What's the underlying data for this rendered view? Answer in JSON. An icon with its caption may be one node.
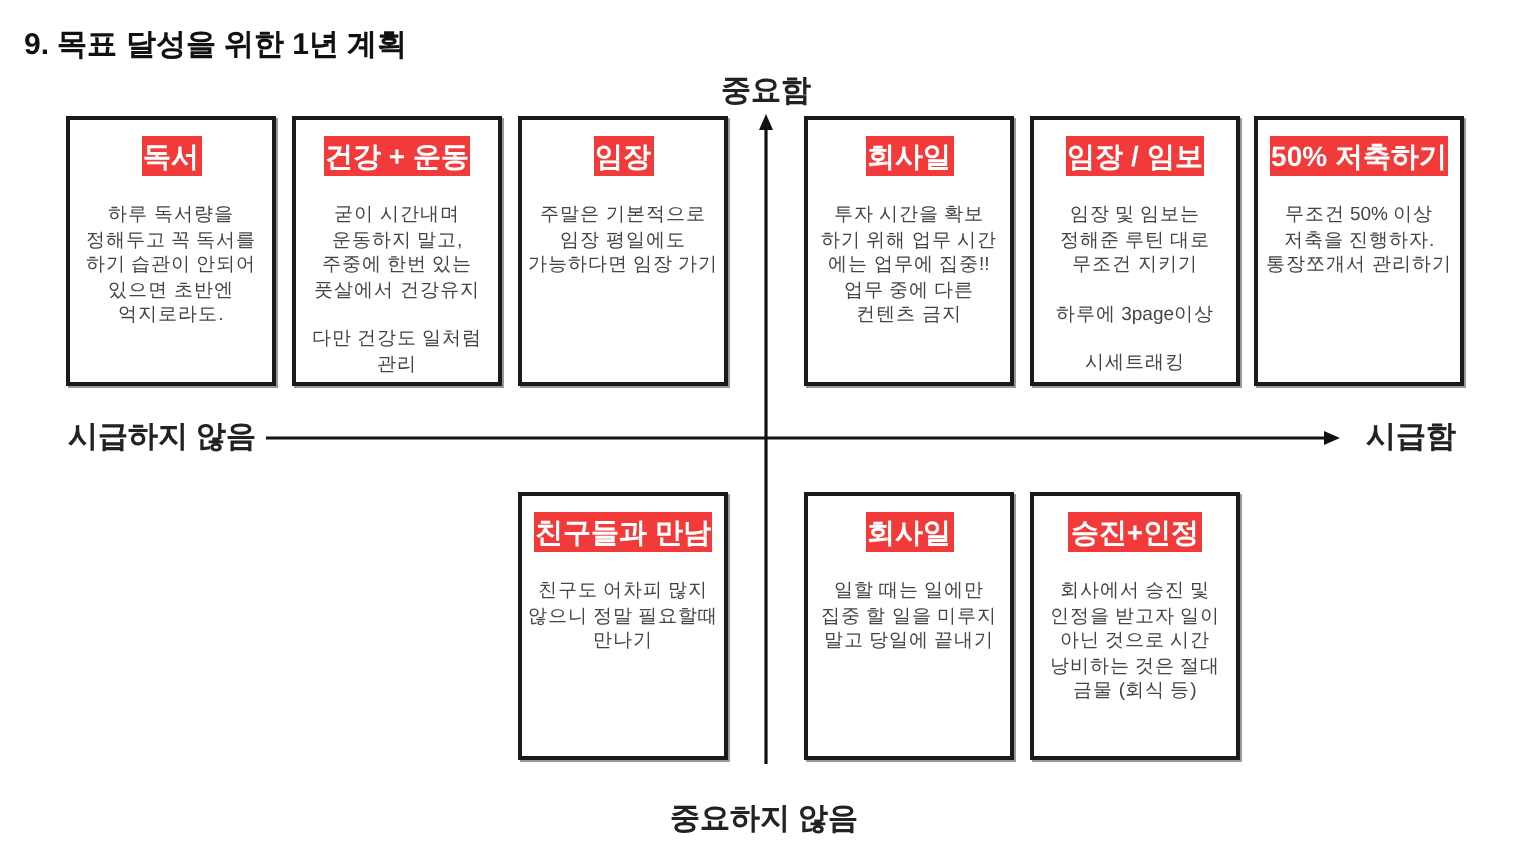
{
  "diagram": {
    "title": "9. 목표 달성을 위한 1년 계획",
    "nodes": [
      {
        "text": [
          "독서",
          "하루 독서량을 정해두고 꼭 독서를 하기 습관이 안되어 있으면 초반엔 억지로라도."
        ]
      },
      {
        "text": [
          "건강 + 운동",
          "굳이 시간내며 운동하지 말고, 주중에 한번 있는 풋살에서 건강유지",
          "다만 건강도 일처럼 관리"
        ]
      },
      {
        "text": [
          "임장",
          "주말은 기본적으로 임장 평일에도 가능하다면 임장 가기"
        ]
      },
      {
        "text": [
          "회사일",
          "투자 시간을 확보 하기 위해 업무 시간 에는 업무에 집중!! 업무 중에 다른 컨텐츠 금지"
        ]
      },
      {
        "text": [
          "임장 / 임보",
          "임장 및 임보는 정해준 루틴 대로 무조건 지키기",
          "하루에 3page이상",
          "시세트래킹"
        ]
      },
      {
        "text": [
          "50% 저축하기",
          "무조건 50% 이상 저축을 진행하자. 통장쪼개서 관리하기"
        ]
      },
      {
        "text": [
          "친구들과 만남",
          "친구도 어차피 많지 않으니 정말 필요할때 만나기"
        ]
      },
      {
        "text": [
          "회사일",
          "일할 때는 일에만 집중 할 일을 미루지 말고 당일에 끝내기"
        ]
      },
      {
        "text": [
          "승진+인정",
          "회사에서 승진 및 인정을 받고자 일이 아닌 것으로 시간 낭비하는 것은 절대 금물 (회식 등)"
        ]
      }
    ],
    "labels": [
      "중요함",
      "시급하지 않음",
      "시급함",
      "중요하지 않음"
    ]
  }
}
